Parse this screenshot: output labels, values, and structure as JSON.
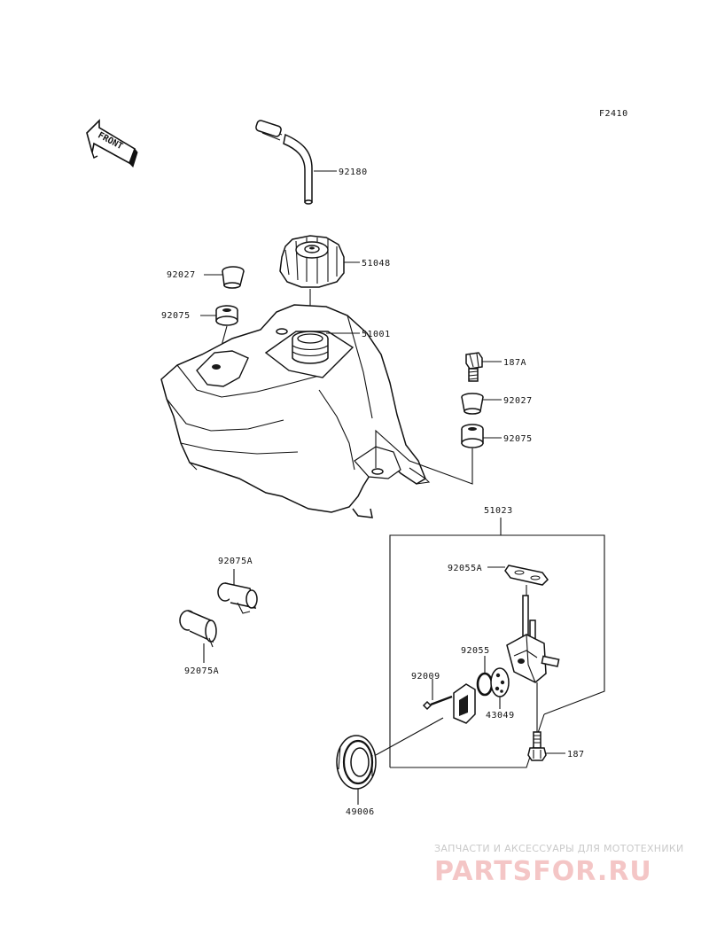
{
  "figure_code": "F2410",
  "front_label": "FRONT",
  "parts": {
    "p92180": "92180",
    "p51048": "51048",
    "p92027_top": "92027",
    "p92075_top": "92075",
    "p51001": "51001",
    "p187A": "187A",
    "p92027_right": "92027",
    "p92075_right": "92075",
    "p51023": "51023",
    "p92075A_top": "92075A",
    "p92075A_bottom": "92075A",
    "p92055A": "92055A",
    "p92055": "92055",
    "p92009": "92009",
    "p43049": "43049",
    "p187": "187",
    "p49006": "49006"
  },
  "watermark": {
    "subtitle": "ЗАПЧАСТИ И АКСЕССУАРЫ ДЛЯ МОТОТЕХНИКИ",
    "brand": "PARTSFOR.RU"
  }
}
